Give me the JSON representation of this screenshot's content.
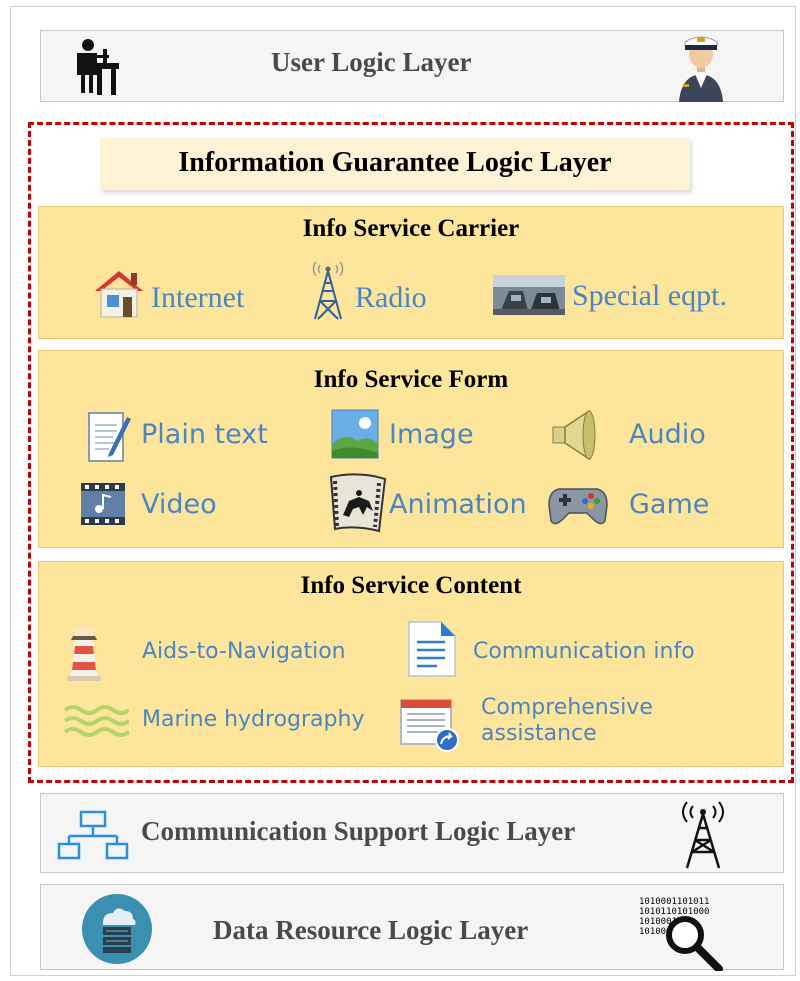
{
  "layers": {
    "user": "User Logic Layer",
    "info_guarantee": "Information Guarantee Logic Layer",
    "communication": "Communication Support Logic Layer",
    "data_resource": "Data Resource Logic Layer"
  },
  "carrier": {
    "title": "Info Service Carrier",
    "items": [
      "Internet",
      "Radio",
      "Special eqpt."
    ]
  },
  "form": {
    "title": "Info Service Form",
    "items": [
      "Plain text",
      "Image",
      "Audio",
      "Video",
      "Animation",
      "Game"
    ]
  },
  "content": {
    "title": "Info Service Content",
    "items": [
      "Aids-to-Navigation",
      "Communication info",
      "Marine hydrography",
      "Comprehensive assistance"
    ]
  },
  "binary_lines": [
    "1010001101011",
    "1010110101000",
    "1010001",
    "1010001"
  ],
  "colors": {
    "dashed_border": "#c00000",
    "panel_fill": "#fde59c",
    "label_blue": "#4a86c5"
  }
}
